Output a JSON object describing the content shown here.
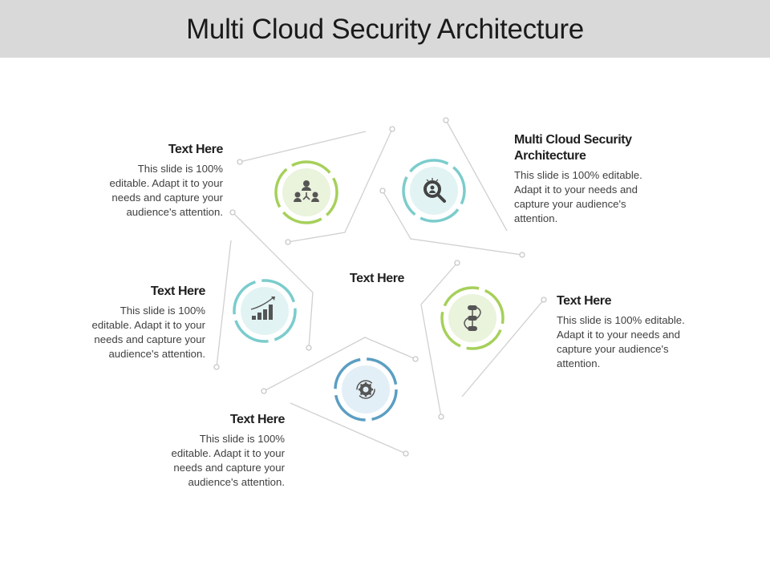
{
  "title": "Multi Cloud Security Architecture",
  "center_label": "Text Here",
  "colors": {
    "green": "#a6d05a",
    "teal": "#7ccccc",
    "blue": "#5b9ec2",
    "line": "#d0d0d0",
    "title_bg": "#d9d9d9"
  },
  "items": [
    {
      "heading": "Text Here",
      "body": "This slide is 100% editable. Adapt it to your needs and capture your audience's attention.",
      "icon": "team-hierarchy-icon"
    },
    {
      "heading": "Multi Cloud Security Architecture",
      "body": "This slide is 100% editable. Adapt it to your needs and capture your audience's attention.",
      "icon": "security-search-icon"
    },
    {
      "heading": "Text Here",
      "body": "This slide is 100% editable. Adapt it to your needs and capture your audience's attention.",
      "icon": "growth-chart-icon"
    },
    {
      "heading": "Text Here",
      "body": "This slide is 100% editable. Adapt it to your needs and capture your audience's attention.",
      "icon": "flow-process-icon"
    },
    {
      "heading": "Text Here",
      "body": "This slide is 100% editable. Adapt it to your needs and capture your audience's attention.",
      "icon": "gear-refresh-icon"
    }
  ]
}
